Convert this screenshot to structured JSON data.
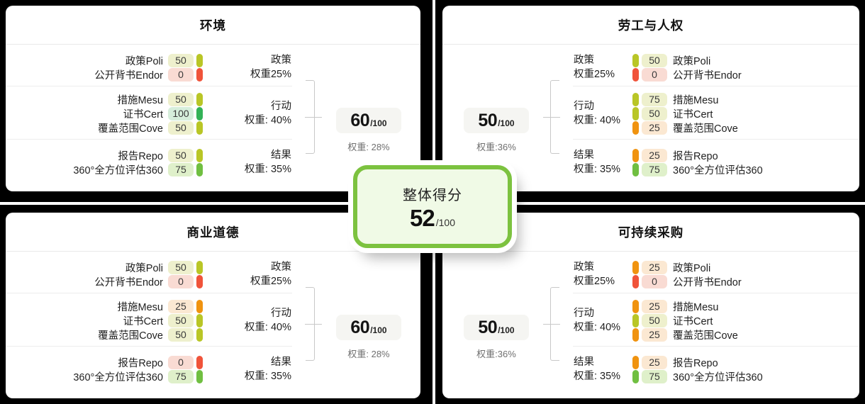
{
  "overall": {
    "label": "整体得分",
    "score": "52",
    "denominator": "/100"
  },
  "tones": {
    "yellow": {
      "pill": "#b9c626",
      "bg": "#eef0cd"
    },
    "red": {
      "pill": "#f0533a",
      "bg": "#f9dbd3"
    },
    "orange": {
      "pill": "#f0930f",
      "bg": "#fbe8d2"
    },
    "green": {
      "pill": "#70bf41",
      "bg": "#dff0ca"
    },
    "emerald": {
      "pill": "#33b257",
      "bg": "#d6eedb"
    }
  },
  "colors": {
    "overall_border": "#7cc23f",
    "overall_bg": "#f0fae6",
    "score_box_bg": "#f5f5f2",
    "bracket_line": "#c8c8c8",
    "frame": "#000000",
    "card_bg": "#ffffff"
  },
  "panels": [
    {
      "id": "environment",
      "title": "环境",
      "side": "left",
      "score": "60",
      "denom": "/100",
      "weight": "权重: 28%",
      "groups": [
        {
          "name": "政策",
          "weight": "权重25%",
          "items": [
            {
              "label": "政策Poli",
              "value": "50",
              "tone": "yellow"
            },
            {
              "label": "公开背书Endor",
              "value": "0",
              "tone": "red"
            }
          ]
        },
        {
          "name": "行动",
          "weight": "权重: 40%",
          "items": [
            {
              "label": "措施Mesu",
              "value": "50",
              "tone": "yellow"
            },
            {
              "label": "证书Cert",
              "value": "100",
              "tone": "emerald"
            },
            {
              "label": "覆盖范围Cove",
              "value": "50",
              "tone": "yellow"
            }
          ]
        },
        {
          "name": "结果",
          "weight": "权重: 35%",
          "items": [
            {
              "label": "报告Repo",
              "value": "50",
              "tone": "yellow"
            },
            {
              "label": "360°全方位评估360",
              "value": "75",
              "tone": "green"
            }
          ]
        }
      ]
    },
    {
      "id": "labor-human-rights",
      "title": "劳工与人权",
      "side": "right",
      "score": "50",
      "denom": "/100",
      "weight": "权重:36%",
      "groups": [
        {
          "name": "政策",
          "weight": "权重25%",
          "items": [
            {
              "label": "政策Poli",
              "value": "50",
              "tone": "yellow"
            },
            {
              "label": "公开背书Endor",
              "value": "0",
              "tone": "red"
            }
          ]
        },
        {
          "name": "行动",
          "weight": "权重: 40%",
          "items": [
            {
              "label": "措施Mesu",
              "value": "75",
              "tone": "yellow"
            },
            {
              "label": "证书Cert",
              "value": "50",
              "tone": "yellow"
            },
            {
              "label": "覆盖范围Cove",
              "value": "25",
              "tone": "orange"
            }
          ]
        },
        {
          "name": "结果",
          "weight": "权重: 35%",
          "items": [
            {
              "label": "报告Repo",
              "value": "25",
              "tone": "orange"
            },
            {
              "label": "360°全方位评估360",
              "value": "75",
              "tone": "green"
            }
          ]
        }
      ]
    },
    {
      "id": "business-ethics",
      "title": "商业道德",
      "side": "left",
      "score": "60",
      "denom": "/100",
      "weight": "权重: 28%",
      "groups": [
        {
          "name": "政策",
          "weight": "权重25%",
          "items": [
            {
              "label": "政策Poli",
              "value": "50",
              "tone": "yellow"
            },
            {
              "label": "公开背书Endor",
              "value": "0",
              "tone": "red"
            }
          ]
        },
        {
          "name": "行动",
          "weight": "权重: 40%",
          "items": [
            {
              "label": "措施Mesu",
              "value": "25",
              "tone": "orange"
            },
            {
              "label": "证书Cert",
              "value": "50",
              "tone": "yellow"
            },
            {
              "label": "覆盖范围Cove",
              "value": "50",
              "tone": "yellow"
            }
          ]
        },
        {
          "name": "结果",
          "weight": "权重: 35%",
          "items": [
            {
              "label": "报告Repo",
              "value": "0",
              "tone": "red"
            },
            {
              "label": "360°全方位评估360",
              "value": "75",
              "tone": "green"
            }
          ]
        }
      ]
    },
    {
      "id": "sustainable-procurement",
      "title": "可持续采购",
      "side": "right",
      "score": "50",
      "denom": "/100",
      "weight": "权重:36%",
      "groups": [
        {
          "name": "政策",
          "weight": "权重25%",
          "items": [
            {
              "label": "政策Poli",
              "value": "25",
              "tone": "orange"
            },
            {
              "label": "公开背书Endor",
              "value": "0",
              "tone": "red"
            }
          ]
        },
        {
          "name": "行动",
          "weight": "权重: 40%",
          "items": [
            {
              "label": "措施Mesu",
              "value": "25",
              "tone": "orange"
            },
            {
              "label": "证书Cert",
              "value": "50",
              "tone": "yellow"
            },
            {
              "label": "覆盖范围Cove",
              "value": "25",
              "tone": "orange"
            }
          ]
        },
        {
          "name": "结果",
          "weight": "权重: 35%",
          "items": [
            {
              "label": "报告Repo",
              "value": "25",
              "tone": "orange"
            },
            {
              "label": "360°全方位评估360",
              "value": "75",
              "tone": "green"
            }
          ]
        }
      ]
    }
  ]
}
